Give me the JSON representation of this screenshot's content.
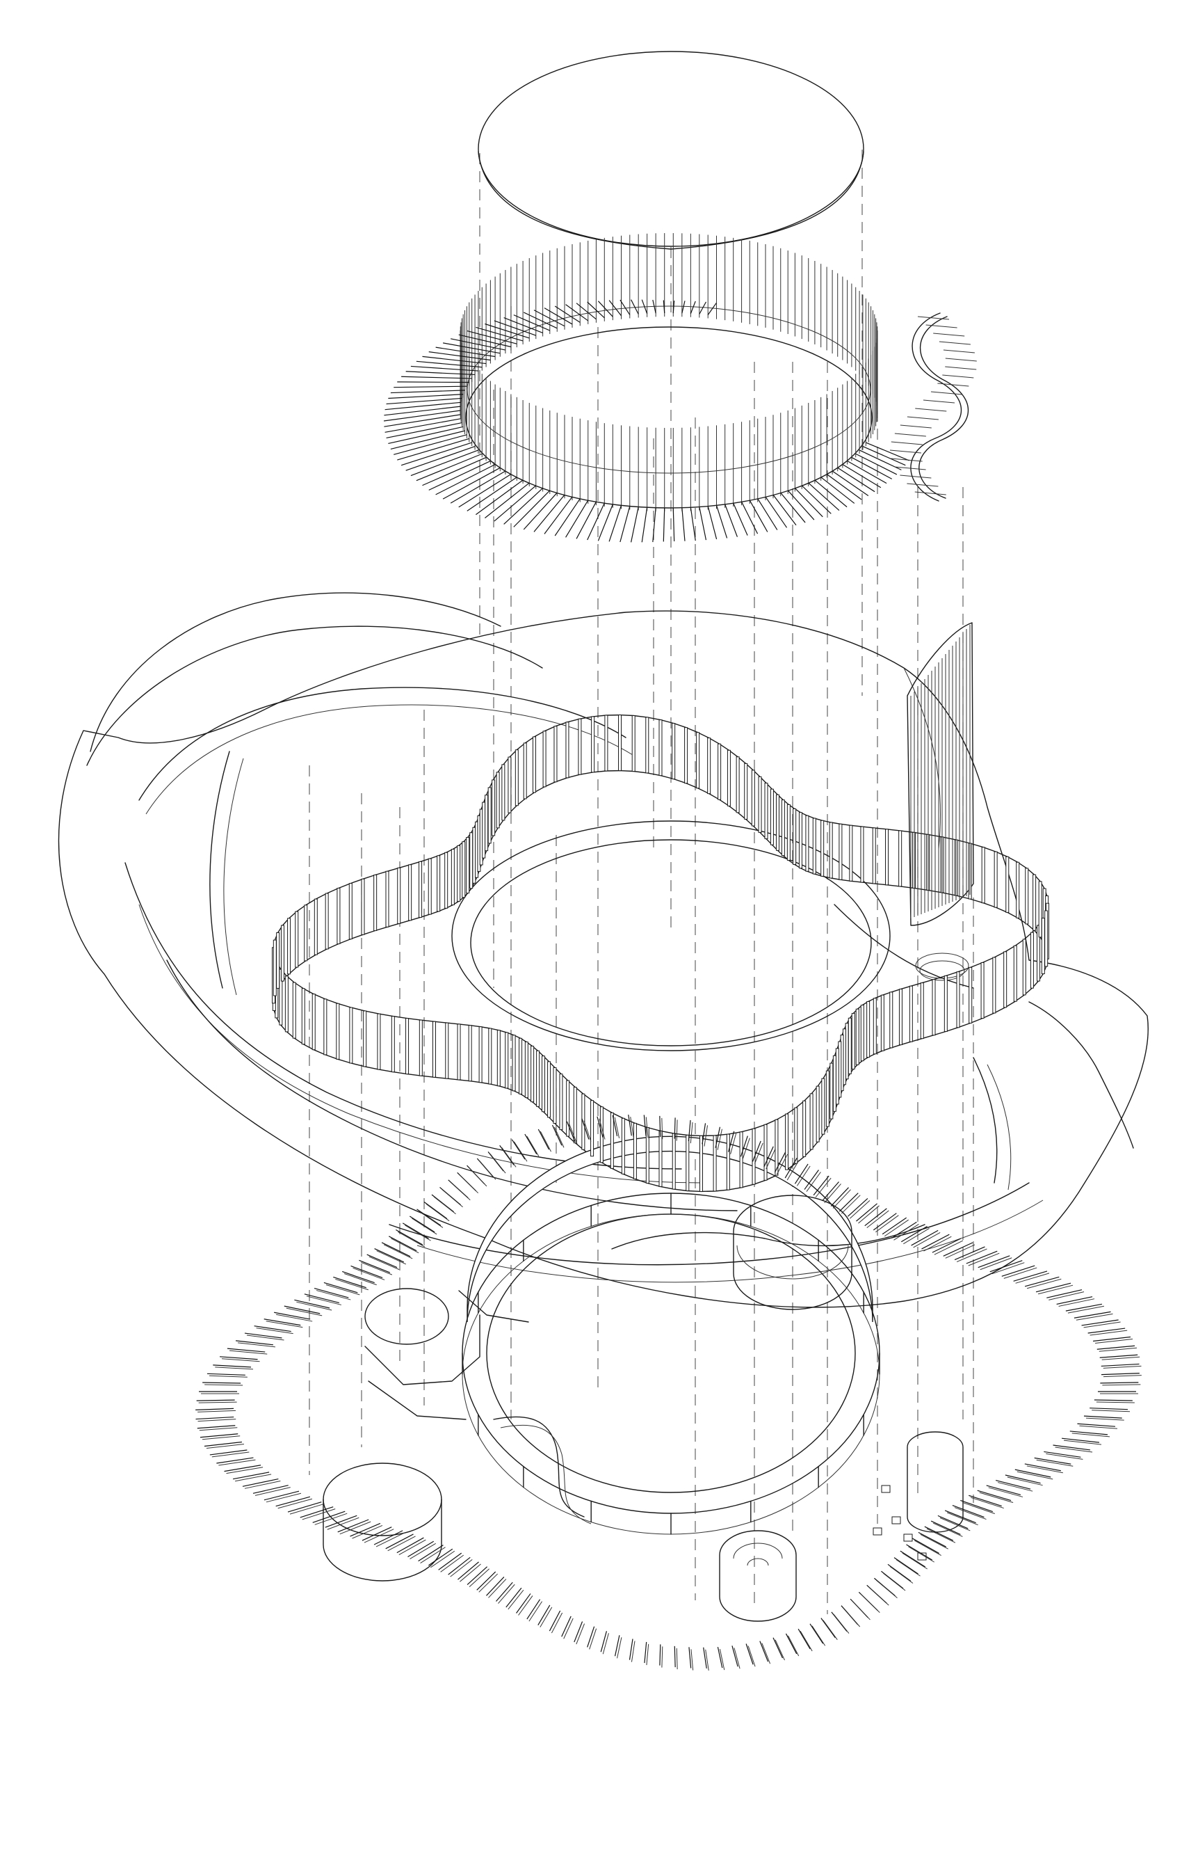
{
  "drawing": {
    "kind": "exploded axonometric",
    "line_color": "#1a1a1a",
    "background": "#ffffff",
    "projection_line_style": "dashed",
    "layers": [
      {
        "name": "roof-disc"
      },
      {
        "name": "upper-ring-fins",
        "fin_count": 150
      },
      {
        "name": "spiral-stair"
      },
      {
        "name": "landscape-shell"
      },
      {
        "name": "quatrefoil-screen",
        "fin_count": 180
      },
      {
        "name": "inner-pool-ring"
      },
      {
        "name": "vertical-tube"
      },
      {
        "name": "ground-plan",
        "fin_count": 190
      }
    ]
  }
}
